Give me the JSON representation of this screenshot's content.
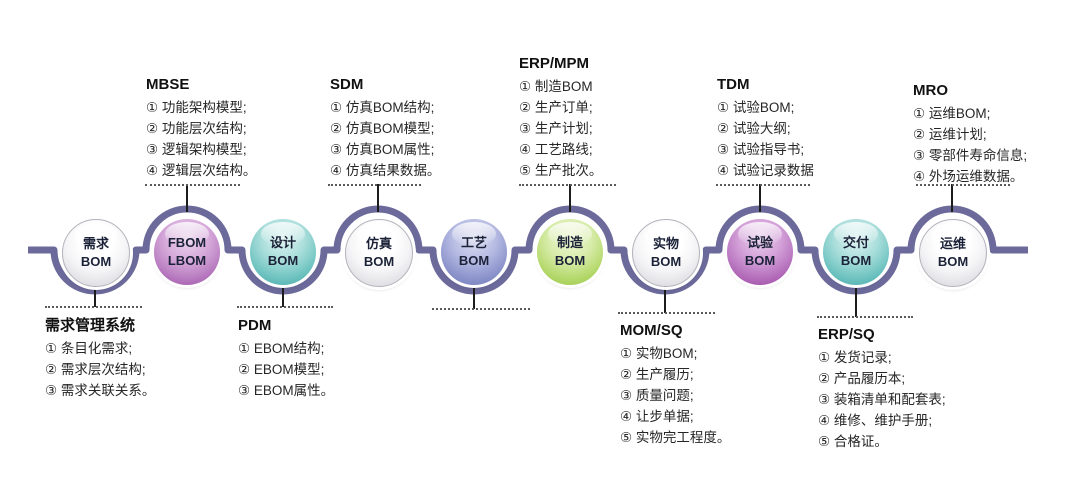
{
  "colors": {
    "timeline": "#6b6a9b",
    "node_white": "#eeeef2",
    "node_orchid": "#bd84c4",
    "node_teal": "#72c5c2",
    "node_periwinkle": "#8e96cd",
    "node_green": "#b7da70",
    "node_magenta": "#b672bd"
  },
  "nodes": [
    {
      "line1": "需求",
      "line2": "BOM"
    },
    {
      "line1": "FBOM",
      "line2": "LBOM"
    },
    {
      "line1": "设计",
      "line2": "BOM"
    },
    {
      "line1": "仿真",
      "line2": "BOM"
    },
    {
      "line1": "工艺",
      "line2": "BOM"
    },
    {
      "line1": "制造",
      "line2": "BOM"
    },
    {
      "line1": "实物",
      "line2": "BOM"
    },
    {
      "line1": "试验",
      "line2": "BOM"
    },
    {
      "line1": "交付",
      "line2": "BOM"
    },
    {
      "line1": "运维",
      "line2": "BOM"
    }
  ],
  "annotations_top": [
    {
      "title": "MBSE",
      "items": [
        "① 功能架构模型;",
        "② 功能层次结构;",
        "③ 逻辑架构模型;",
        "④ 逻辑层次结构。"
      ]
    },
    {
      "title": "SDM",
      "items": [
        "① 仿真BOM结构;",
        "② 仿真BOM模型;",
        "③ 仿真BOM属性;",
        "④ 仿真结果数据。"
      ]
    },
    {
      "title": "ERP/MPM",
      "items": [
        "① 制造BOM",
        "② 生产订单;",
        "③ 生产计划;",
        "④ 工艺路线;",
        "⑤ 生产批次。"
      ]
    },
    {
      "title": "TDM",
      "items": [
        "① 试验BOM;",
        "② 试验大纲;",
        "③ 试验指导书;",
        "④ 试验记录数据"
      ]
    },
    {
      "title": "MRO",
      "items": [
        "① 运维BOM;",
        "② 运维计划;",
        "③ 零部件寿命信息;",
        "④ 外场运维数据。"
      ]
    }
  ],
  "annotations_bottom": [
    {
      "title": "需求管理系统",
      "items": [
        "① 条目化需求;",
        "② 需求层次结构;",
        "③ 需求关联关系。"
      ]
    },
    {
      "title": "PDM",
      "items": [
        "① EBOM结构;",
        "② EBOM模型;",
        "③ EBOM属性。"
      ]
    },
    {
      "title": "MOM/SQ",
      "items": [
        "① 实物BOM;",
        "② 生产履历;",
        "③ 质量问题;",
        "④ 让步单据;",
        "⑤ 实物完工程度。"
      ]
    },
    {
      "title": "ERP/SQ",
      "items": [
        "① 发货记录;",
        "② 产品履历本;",
        "③ 装箱清单和配套表;",
        "④ 维修、维护手册;",
        "⑤ 合格证。"
      ]
    }
  ]
}
